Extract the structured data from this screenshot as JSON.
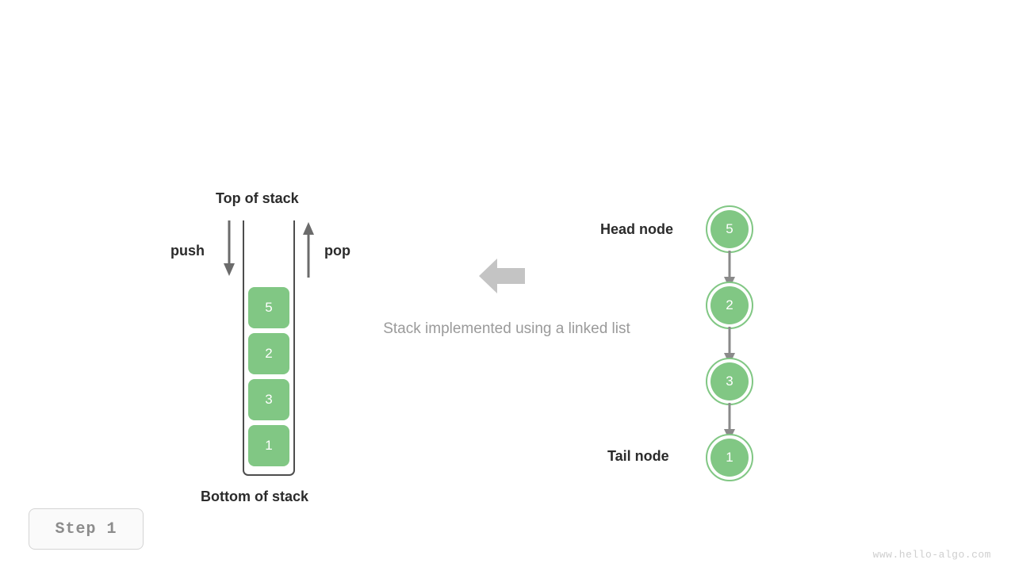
{
  "figure": {
    "caption": "Stack implemented using a linked list",
    "step_badge": "Step 1",
    "watermark": "www.hello-algo.com",
    "colors": {
      "node_green": "#81c784",
      "arrow_gray": "#6b6b6b",
      "big_arrow_gray": "#c4c4c4",
      "caption_gray": "#9a9a9a",
      "label_dark": "#2b2b2b",
      "container_stroke": "#4d4d4d",
      "badge_text": "#8c8c8c",
      "watermark_gray": "#cfcfcf",
      "background": "#ffffff"
    }
  },
  "stack": {
    "top_label": "Top of stack",
    "bottom_label": "Bottom of stack",
    "push_label": "push",
    "pop_label": "pop",
    "push_arrow_direction": "down",
    "pop_arrow_direction": "up",
    "cells": [
      {
        "value": "5"
      },
      {
        "value": "2"
      },
      {
        "value": "3"
      },
      {
        "value": "1"
      }
    ]
  },
  "linked_list": {
    "head_label": "Head node",
    "tail_label": "Tail node",
    "link_direction": "down",
    "nodes": [
      {
        "value": "5",
        "role": "head"
      },
      {
        "value": "2",
        "role": "middle"
      },
      {
        "value": "3",
        "role": "middle"
      },
      {
        "value": "1",
        "role": "tail"
      }
    ]
  }
}
